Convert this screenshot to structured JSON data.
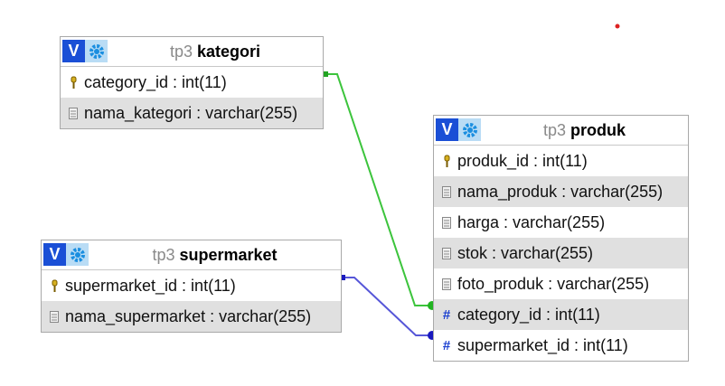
{
  "tables": {
    "kategori": {
      "db": "tp3",
      "name": "kategori",
      "rows": [
        {
          "text": "category_id : int(11)",
          "icon": "key-icon"
        },
        {
          "text": "nama_kategori : varchar(255)",
          "icon": "column-icon"
        }
      ]
    },
    "supermarket": {
      "db": "tp3",
      "name": "supermarket",
      "rows": [
        {
          "text": "supermarket_id : int(11)",
          "icon": "key-icon"
        },
        {
          "text": "nama_supermarket : varchar(255)",
          "icon": "column-icon"
        }
      ]
    },
    "produk": {
      "db": "tp3",
      "name": "produk",
      "rows": [
        {
          "text": "produk_id : int(11)",
          "icon": "key-icon"
        },
        {
          "text": "nama_produk : varchar(255)",
          "icon": "column-icon"
        },
        {
          "text": "harga : varchar(255)",
          "icon": "column-icon"
        },
        {
          "text": "stok : varchar(255)",
          "icon": "column-icon"
        },
        {
          "text": "foto_produk : varchar(255)",
          "icon": "column-icon"
        },
        {
          "text": "category_id : int(11)",
          "icon": "hash-icon"
        },
        {
          "text": "supermarket_id : int(11)",
          "icon": "hash-icon"
        }
      ]
    }
  },
  "header_buttons": {
    "v_label": "V"
  },
  "colors": {
    "kategori_relation": "#3cc43c",
    "supermarket_relation": "#5656d8",
    "marker_dot": "#dd2222",
    "alt_row": "#e0e0e0"
  }
}
